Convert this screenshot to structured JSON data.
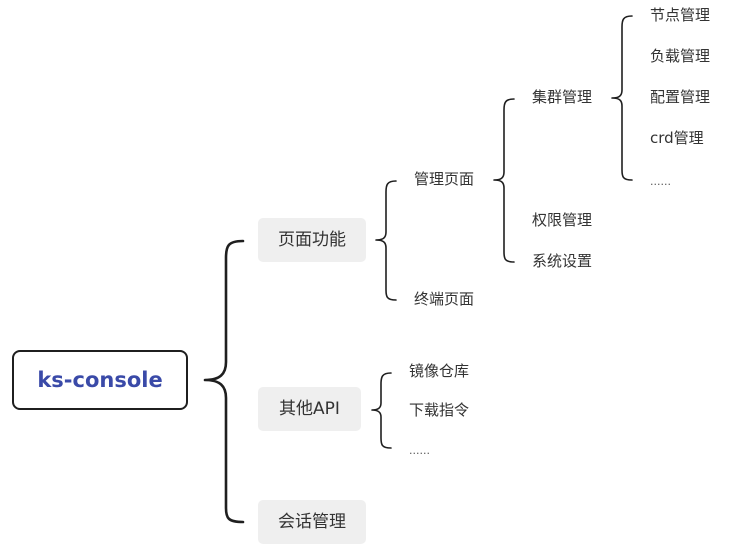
{
  "root": {
    "label": "ks-console"
  },
  "branches": {
    "page_features": {
      "label": "页面功能",
      "children": {
        "management_page": {
          "label": "管理页面",
          "children": {
            "cluster_management": {
              "label": "集群管理",
              "children": [
                "节点管理",
                "负载管理",
                "配置管理",
                "crd管理",
                "......"
              ]
            },
            "permission_management": {
              "label": "权限管理"
            },
            "system_settings": {
              "label": "系统设置"
            }
          }
        },
        "terminal_page": {
          "label": "终端页面"
        }
      }
    },
    "other_api": {
      "label": "其他API",
      "children": [
        "镜像仓库",
        "下载指令",
        "......"
      ]
    },
    "session_management": {
      "label": "会话管理"
    }
  },
  "colors": {
    "root_text": "#3a4aa8",
    "root_border": "#1f1f1f",
    "box_fill": "#efefef",
    "line": "#1f1f1f"
  }
}
